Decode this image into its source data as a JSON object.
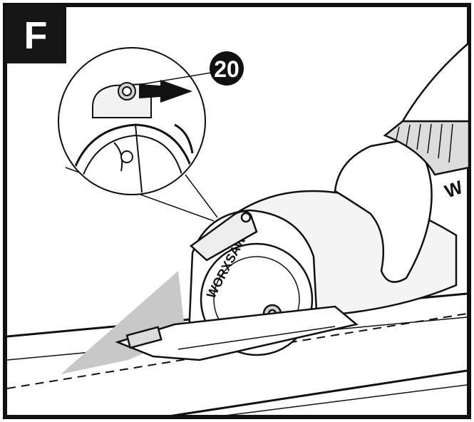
{
  "figure": {
    "step_label": "F",
    "callout_number": "20",
    "blade_brand": "WORXSAW",
    "motor_brand_partial": "W",
    "colors": {
      "ink": "#111111",
      "paper": "#ffffff",
      "shade": "#bdbdbd",
      "light_shade": "#e3e3e3",
      "label_bg": "#161616"
    }
  }
}
